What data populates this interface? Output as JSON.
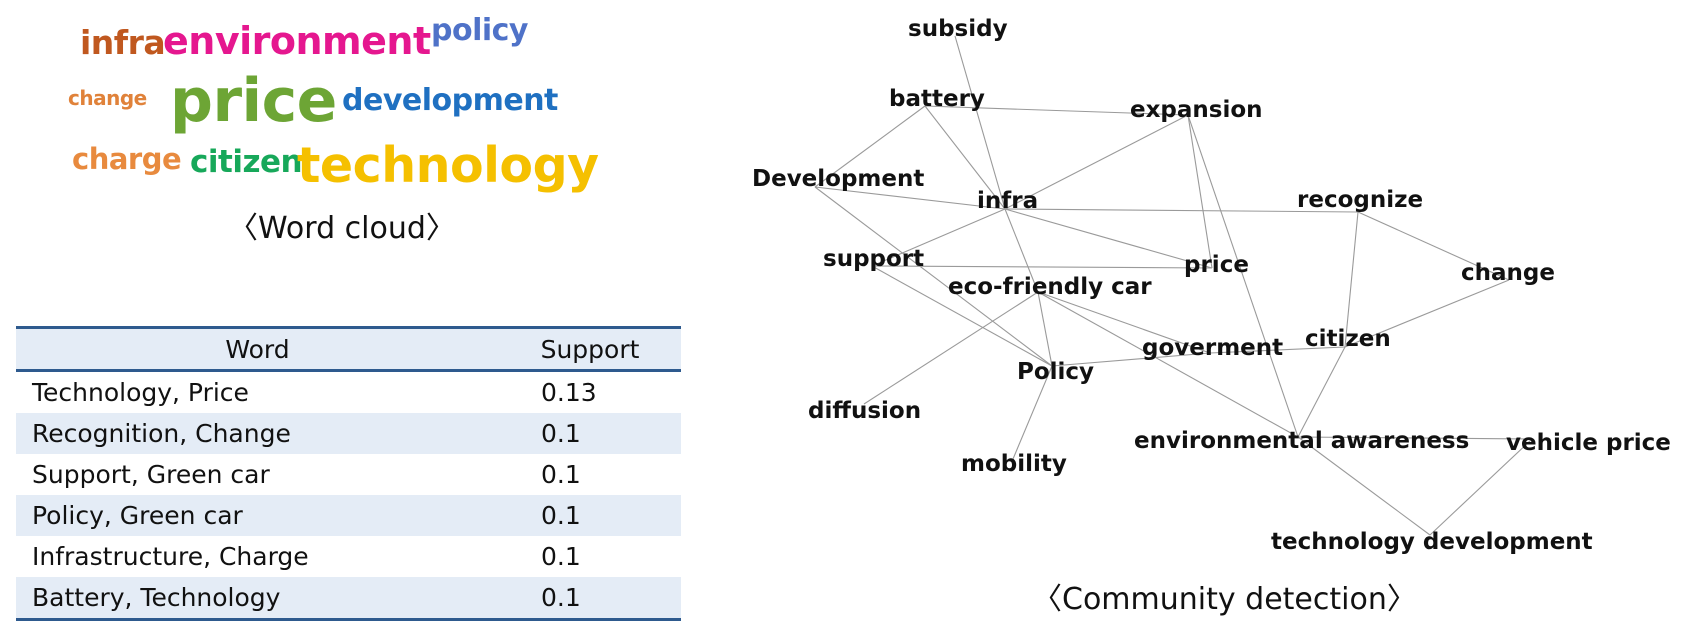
{
  "word_cloud": {
    "words": [
      {
        "text": "infra",
        "color": "#c0581f"
      },
      {
        "text": "environment",
        "color": "#e5178f"
      },
      {
        "text": "policy",
        "color": "#4f72c8"
      },
      {
        "text": "change",
        "color": "#e0823a"
      },
      {
        "text": "price",
        "color": "#6da535"
      },
      {
        "text": "development",
        "color": "#1f70c1"
      },
      {
        "text": "charge",
        "color": "#e88a3e"
      },
      {
        "text": "citizen",
        "color": "#17a85a"
      },
      {
        "text": "technology",
        "color": "#f5c000"
      }
    ],
    "caption": "〈Word cloud〉"
  },
  "support_table": {
    "headers": [
      "Word",
      "Support"
    ],
    "rows": [
      {
        "word": "Technology,  Price",
        "support": "0.13"
      },
      {
        "word": "Recognition,  Change",
        "support": "0.1"
      },
      {
        "word": "Support,  Green  car",
        "support": "0.1"
      },
      {
        "word": "Policy,  Green  car",
        "support": "0.1"
      },
      {
        "word": "Infrastructure,  Charge",
        "support": "0.1"
      },
      {
        "word": "Battery,  Technology",
        "support": "0.1"
      }
    ]
  },
  "network": {
    "caption": "〈Community detection〉",
    "nodes": [
      {
        "id": "subsidy",
        "label": "subsidy"
      },
      {
        "id": "battery",
        "label": "battery"
      },
      {
        "id": "expansion",
        "label": "expansion"
      },
      {
        "id": "development",
        "label": "Development"
      },
      {
        "id": "infra",
        "label": "infra"
      },
      {
        "id": "recognize",
        "label": "recognize"
      },
      {
        "id": "support",
        "label": "support"
      },
      {
        "id": "price",
        "label": "price"
      },
      {
        "id": "change",
        "label": "change"
      },
      {
        "id": "ecocar",
        "label": "eco-friendly car"
      },
      {
        "id": "citizen",
        "label": "citizen"
      },
      {
        "id": "goverment",
        "label": "goverment"
      },
      {
        "id": "policy",
        "label": "Policy"
      },
      {
        "id": "diffusion",
        "label": "diffusion"
      },
      {
        "id": "env",
        "label": "environmental awareness"
      },
      {
        "id": "vprice",
        "label": "vehicle price"
      },
      {
        "id": "mobility",
        "label": "mobility"
      },
      {
        "id": "techdev",
        "label": "technology development"
      }
    ],
    "edges": [
      [
        "subsidy",
        "infra"
      ],
      [
        "battery",
        "expansion"
      ],
      [
        "battery",
        "development"
      ],
      [
        "battery",
        "infra"
      ],
      [
        "expansion",
        "infra"
      ],
      [
        "expansion",
        "price"
      ],
      [
        "expansion",
        "env"
      ],
      [
        "development",
        "infra"
      ],
      [
        "development",
        "policy"
      ],
      [
        "infra",
        "recognize"
      ],
      [
        "infra",
        "support"
      ],
      [
        "infra",
        "price"
      ],
      [
        "infra",
        "ecocar"
      ],
      [
        "support",
        "price"
      ],
      [
        "support",
        "policy"
      ],
      [
        "recognize",
        "change"
      ],
      [
        "recognize",
        "citizen"
      ],
      [
        "change",
        "citizen"
      ],
      [
        "ecocar",
        "policy"
      ],
      [
        "ecocar",
        "diffusion"
      ],
      [
        "ecocar",
        "goverment"
      ],
      [
        "ecocar",
        "env"
      ],
      [
        "policy",
        "goverment"
      ],
      [
        "policy",
        "mobility"
      ],
      [
        "goverment",
        "citizen"
      ],
      [
        "citizen",
        "env"
      ],
      [
        "env",
        "vprice"
      ],
      [
        "env",
        "techdev"
      ],
      [
        "vprice",
        "techdev"
      ]
    ]
  }
}
